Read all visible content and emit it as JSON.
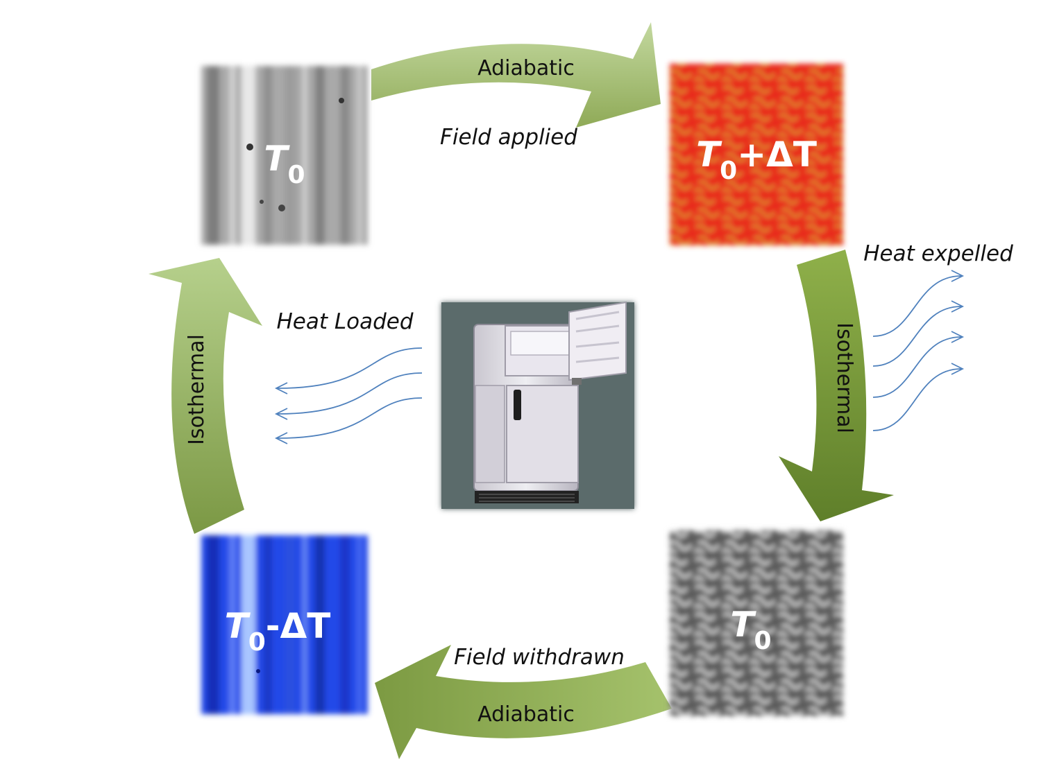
{
  "states": {
    "top_left": {
      "main": "T",
      "sub": "0",
      "suffix": ""
    },
    "top_right": {
      "main": "T",
      "sub": "0",
      "suffix": "+ΔT"
    },
    "bottom_right": {
      "main": "T",
      "sub": "0",
      "suffix": ""
    },
    "bottom_left": {
      "main": "T",
      "sub": "0",
      "suffix": "-ΔT"
    }
  },
  "arrows": {
    "top": {
      "process": "Adiabatic",
      "note": "Field applied"
    },
    "right": {
      "process": "Isothermal",
      "note": "Heat expelled"
    },
    "bottom": {
      "process": "Adiabatic",
      "note": "Field withdrawn"
    },
    "left": {
      "process": "Isothermal",
      "note": "Heat Loaded"
    }
  },
  "colors": {
    "arrow_light": "#b9d192",
    "arrow_dark": "#77943c",
    "heat_flow": "#4f81bd",
    "hot_panel": "#e8291c",
    "cold_panel": "#1e3ee8",
    "fridge_background": "#5b6b6b"
  },
  "icons": {
    "center": "refrigerator-icon"
  }
}
